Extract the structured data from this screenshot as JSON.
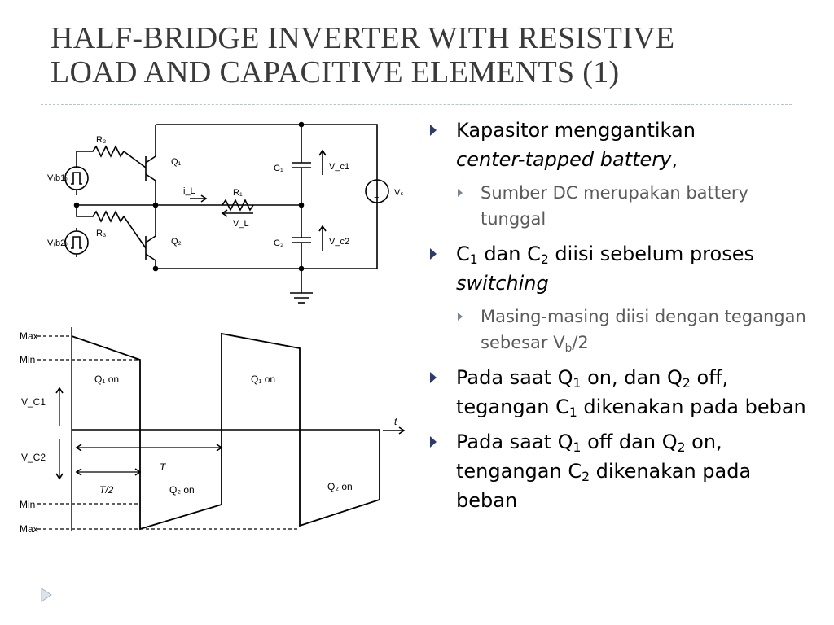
{
  "slide": {
    "title_line1": "HALF-BRIDGE INVERTER WITH RESISTIVE",
    "title_line2": "LOAD AND CAPACITIVE ELEMENTS (1)"
  },
  "circuit": {
    "r2": "R₂",
    "r3": "R₃",
    "r1": "R₁",
    "q1": "Q₁",
    "q2": "Q₂",
    "vb1": "V₍b1₎",
    "vb2": "V₍b2₎",
    "il": "i_L",
    "vl": "V_L",
    "c1": "C₁",
    "c2": "C₂",
    "vc1": "V_c1",
    "vc2": "V_c2",
    "vs": "Vₛ",
    "plus": "+",
    "minus": "−"
  },
  "waveform": {
    "max_top": "Max",
    "min_top": "Min",
    "vc1": "V_C1",
    "vc2": "V_C2",
    "min_bottom": "Min",
    "max_bottom": "Max",
    "q1_on_a": "Q₁ on",
    "q1_on_b": "Q₁ on",
    "q2_on_a": "Q₂ on",
    "q2_on_b": "Q₂ on",
    "t_axis": "t",
    "period": "T",
    "half_period": "T/2"
  },
  "bullets": {
    "b1_text": "Kapasitor menggantikan",
    "b1_italic": "center-tapped battery",
    "b1_end": ",",
    "b1_sub": "Sumber DC merupakan battery tunggal",
    "b2_c": "C",
    "b2_c1_sub": "1",
    "b2_and": " dan C",
    "b2_c2_sub": "2",
    "b2_text": " diisi sebelum proses ",
    "b2_italic": "switching",
    "b2_sub_text": "Masing-masing diisi dengan tegangan sebesar V",
    "b2_sub_vb": "b",
    "b2_sub_end": "/2",
    "b3_a": "Pada saat Q",
    "b3_q1": "1",
    "b3_b": " on, dan Q",
    "b3_q2": "2",
    "b3_c": " off, tegangan C",
    "b3_c1": "1",
    "b3_d": " dikenakan pada beban",
    "b4_a": "Pada saat Q",
    "b4_q1": "1",
    "b4_b": " off dan Q",
    "b4_q2": "2",
    "b4_c": " on, tengangan C",
    "b4_c2": "2",
    "b4_d": " dikenakan pada beban"
  }
}
